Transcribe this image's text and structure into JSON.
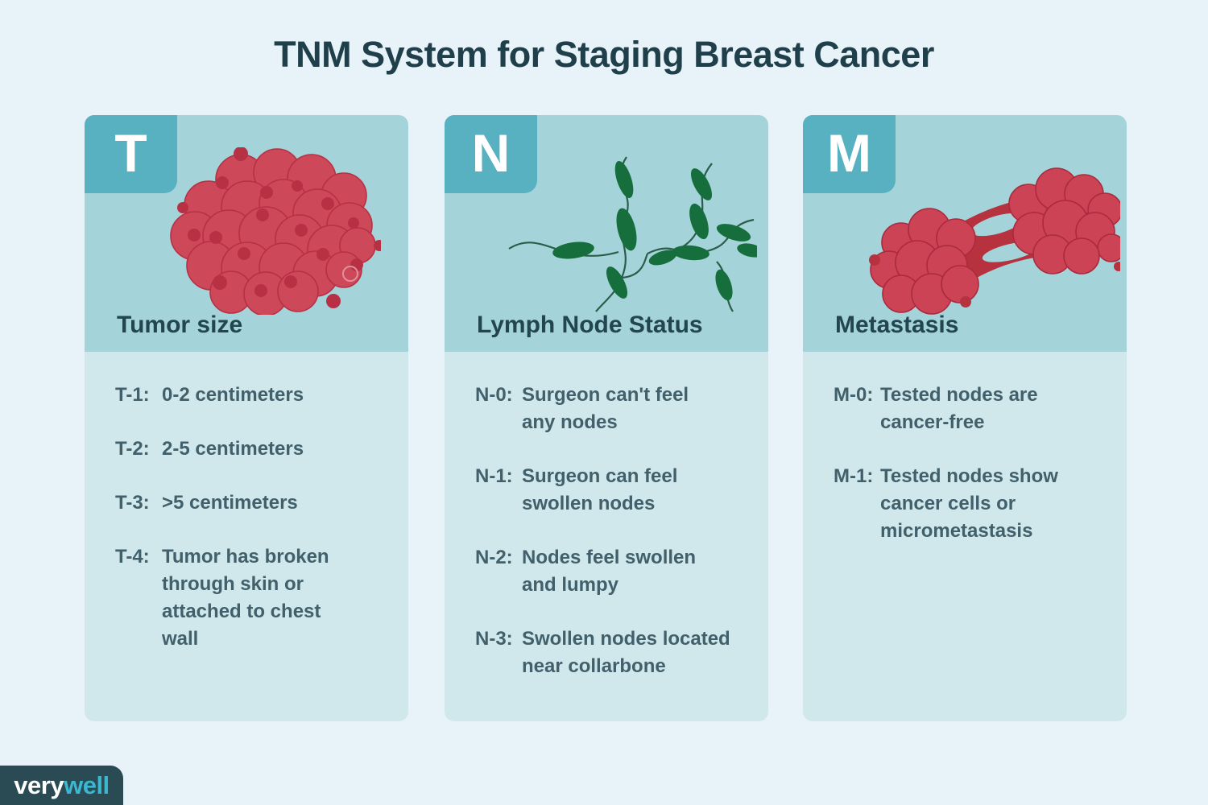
{
  "title": "TNM System for Staging Breast Cancer",
  "brand": {
    "very": "very",
    "well": "well"
  },
  "colors": {
    "page_background": "#e7f3f9",
    "title_text": "#1f3f4a",
    "tab_teal": "#58b1c0",
    "card_top_teal": "#a4d4da",
    "card_body_teal": "#d0e8ec",
    "heading_text": "#22454f",
    "body_text": "#41606b",
    "tumor_red": "#cd4859",
    "tumor_red_dark": "#b73044",
    "lymph_green": "#156e3c",
    "lymph_stem_green": "#2c5d49",
    "metastasis_web_red": "#b6323f",
    "logo_background": "#2a4a54",
    "logo_accent": "#3bb8d0"
  },
  "cards": [
    {
      "letter": "T",
      "heading": "Tumor size",
      "icon": "tumor-cell-cluster",
      "items": [
        {
          "label": "T-1:",
          "text": "0-2 centimeters"
        },
        {
          "label": "T-2:",
          "text": "2-5 centimeters"
        },
        {
          "label": "T-3:",
          "text": ">5 centimeters"
        },
        {
          "label": "T-4:",
          "text": "Tumor has broken\nthrough skin or\nattached to chest\nwall"
        }
      ]
    },
    {
      "letter": "N",
      "heading": "Lymph Node Status",
      "icon": "lymph-node-branches",
      "items": [
        {
          "label": "N-0:",
          "text": "Surgeon can't feel\nany nodes"
        },
        {
          "label": "N-1:",
          "text": "Surgeon can feel\nswollen nodes"
        },
        {
          "label": "N-2:",
          "text": "Nodes feel swollen\nand lumpy"
        },
        {
          "label": "N-3:",
          "text": "Swollen nodes located\nnear collarbone"
        }
      ]
    },
    {
      "letter": "M",
      "heading": "Metastasis",
      "icon": "metastasis-spreading-clusters",
      "items": [
        {
          "label": "M-0:",
          "text": "Tested nodes are\ncancer-free"
        },
        {
          "label": "M-1:",
          "text": "Tested nodes show\ncancer cells or\nmicrometastasis"
        }
      ]
    }
  ]
}
